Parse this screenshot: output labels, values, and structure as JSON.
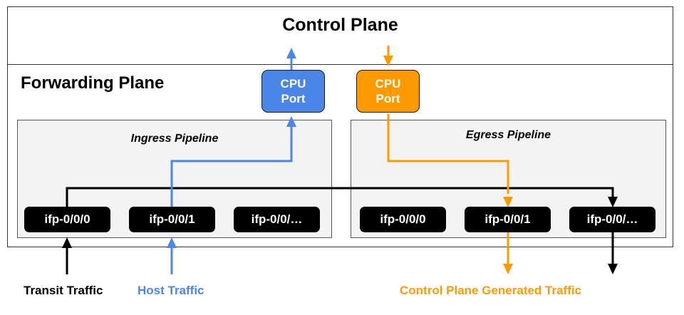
{
  "control_plane": {
    "title": "Control Plane"
  },
  "forwarding_plane": {
    "title": "Forwarding Plane"
  },
  "cpu_ports": {
    "ingress": {
      "line1": "CPU",
      "line2": "Port",
      "color": "#4a86e8"
    },
    "egress": {
      "line1": "CPU",
      "line2": "Port",
      "color": "#ff9900"
    }
  },
  "ingress_pipeline": {
    "title": "Ingress Pipeline",
    "ports": [
      "ifp-0/0/0",
      "ifp-0/0/1",
      "ifp-0/0/…"
    ]
  },
  "egress_pipeline": {
    "title": "Egress Pipeline",
    "ports": [
      "ifp-0/0/0",
      "ifp-0/0/1",
      "ifp-0/0/…"
    ]
  },
  "legend": {
    "transit": {
      "label": "Transit Traffic",
      "color": "#000000"
    },
    "host": {
      "label": "Host Traffic",
      "color": "#4a86e8"
    },
    "control": {
      "label": "Control Plane Generated Traffic",
      "color": "#ff9900"
    }
  }
}
